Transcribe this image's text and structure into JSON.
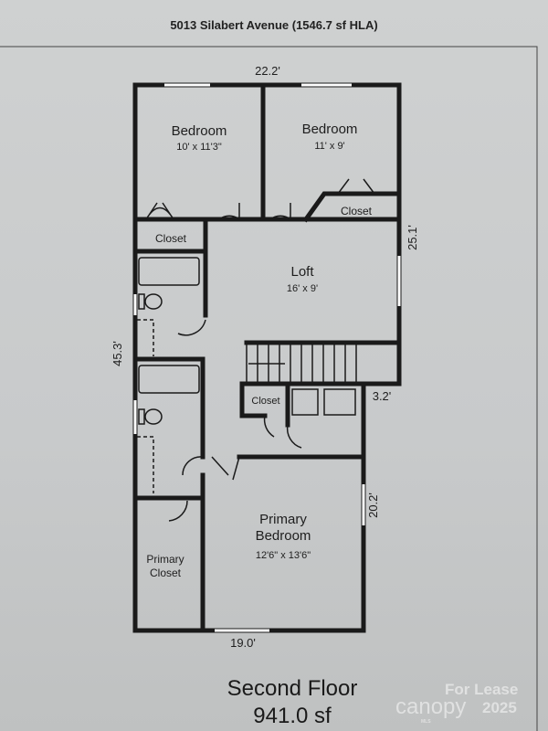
{
  "header": {
    "title": "5013 Silabert Avenue (1546.7 sf HLA)"
  },
  "rooms": [
    {
      "name": "Bedroom",
      "size": "10' x 11'3\""
    },
    {
      "name": "Bedroom",
      "size": "11' x 9'"
    },
    {
      "name": "Closet"
    },
    {
      "name": "Closet"
    },
    {
      "name": "Loft",
      "size": "16' x 9'"
    },
    {
      "name": "Closet"
    },
    {
      "name": "Primary Bedroom",
      "size": "12'6\" x 13'6\""
    },
    {
      "name": "Primary Closet"
    }
  ],
  "dimensions": {
    "top": "22.2'",
    "right_upper": "25.1'",
    "left": "45.3'",
    "step": "3.2'",
    "right_lower": "20.2'",
    "bottom": "19.0'"
  },
  "footer": {
    "floor": "Second Floor",
    "area": "941.0 sf"
  },
  "watermark": {
    "line1": "For Lease",
    "brand": "canopy",
    "sub": "MLS",
    "year": "2025"
  }
}
